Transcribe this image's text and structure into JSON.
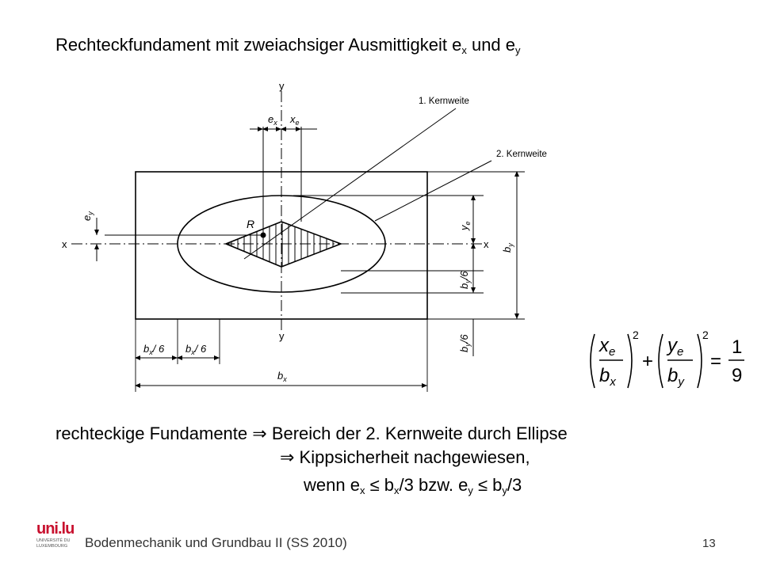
{
  "title": {
    "text": "Rechteckfundament mit zweiachsiger Ausmittigkeit e",
    "sub_x": "x",
    "und": " und e",
    "sub_y": "y"
  },
  "diagram": {
    "label_kern1": "1. Kernweite",
    "label_kern2": "2. Kernweite",
    "label_y_top": "y",
    "label_y_bottom": "y",
    "label_x_left": "x",
    "label_x_right": "x",
    "label_ex": "e",
    "label_ex_sub": "x",
    "label_xe": "x",
    "label_xe_sub": "e",
    "label_ey": "e",
    "label_ey_sub": "y",
    "label_ye": "y",
    "label_ye_sub": "e",
    "label_R": "R",
    "label_by": "b",
    "label_by_sub": "y",
    "label_by6": "b",
    "label_by6_sub": "y",
    "label_by6_frac": "/6",
    "label_bx6": "b",
    "label_bx6_sub": "x",
    "label_bx6_frac": "/ 6",
    "label_bx": "b",
    "label_bx_sub": "x"
  },
  "formula": {
    "num1": "x",
    "num1_sub": "e",
    "den1": "b",
    "den1_sub": "x",
    "num2": "y",
    "num2_sub": "e",
    "den2": "b",
    "den2_sub": "y",
    "exp": "2",
    "plus": "+",
    "equals": "=",
    "frac_num": "1",
    "frac_den": "9"
  },
  "text": {
    "line1_a": "rechteckige Fundamente ",
    "arrow": "⇒",
    "line1_b": " Bereich der 2. Kernweite durch Ellipse",
    "line2": " Kippsicherheit nachgewiesen,",
    "line3_a": "wenn e",
    "line3_sub1": "x",
    "line3_leq1": " ≤ b",
    "line3_sub2": "x",
    "line3_b": "/3 bzw. e",
    "line3_sub3": "y",
    "line3_leq2": " ≤ b",
    "line3_sub4": "y",
    "line3_c": "/3"
  },
  "footer": {
    "course": "Bodenmechanik und Grundbau II (SS 2010)",
    "page": "13",
    "logo_main": "uni.lu",
    "logo_sub1": "UNIVERSITÉ DU",
    "logo_sub2": "LUXEMBOURG"
  },
  "colors": {
    "text": "#000000",
    "logo_red": "#c8102e",
    "footer_gray": "#333333"
  }
}
